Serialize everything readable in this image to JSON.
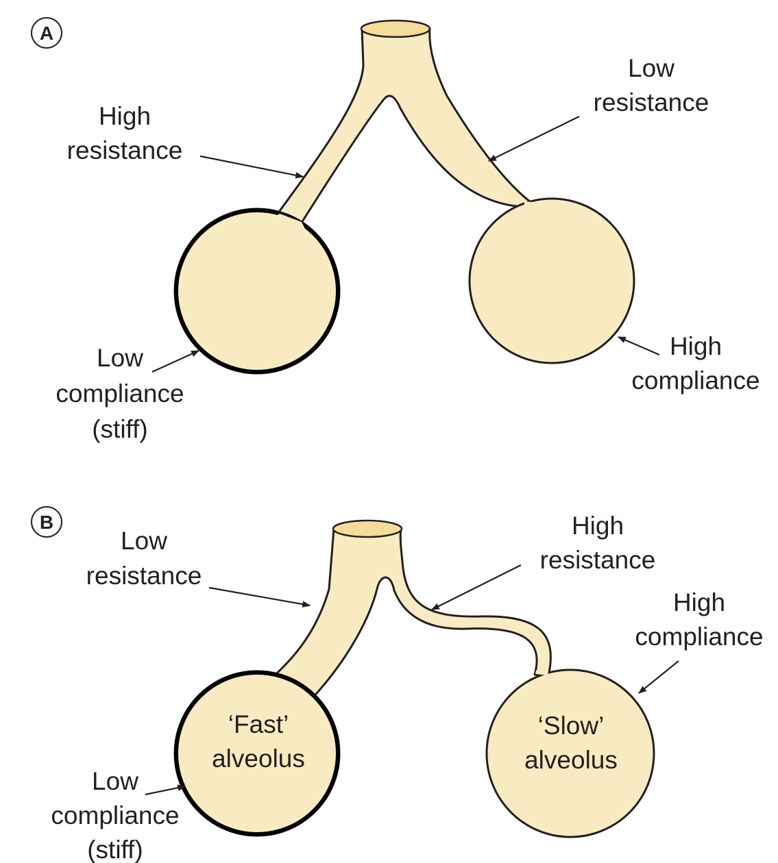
{
  "panel_a": {
    "letter": "A",
    "left_airway": {
      "line1": "High",
      "line2": "resistance"
    },
    "right_airway": {
      "line1": "Low",
      "line2": "resistance"
    },
    "left_alveolus": {
      "line1": "Low",
      "line2": "compliance",
      "line3": "(stiff)"
    },
    "right_alveolus": {
      "line1": "High",
      "line2": "compliance"
    }
  },
  "panel_b": {
    "letter": "B",
    "left_airway": {
      "line1": "Low",
      "line2": "resistance"
    },
    "right_airway": {
      "line1": "High",
      "line2": "resistance"
    },
    "right_alveolus": {
      "line1": "High",
      "line2": "compliance"
    },
    "left_alveolus": {
      "line1": "Low",
      "line2": "compliance",
      "line3": "(stiff)"
    },
    "fast_alveolus": {
      "line1": "‘Fast’",
      "line2": "alveolus"
    },
    "slow_alveolus": {
      "line1": "‘Slow’",
      "line2": "alveolus"
    }
  },
  "colors": {
    "tissue": "#f9ebc1",
    "opening": "#f5dc98",
    "outline": "#231f20"
  }
}
